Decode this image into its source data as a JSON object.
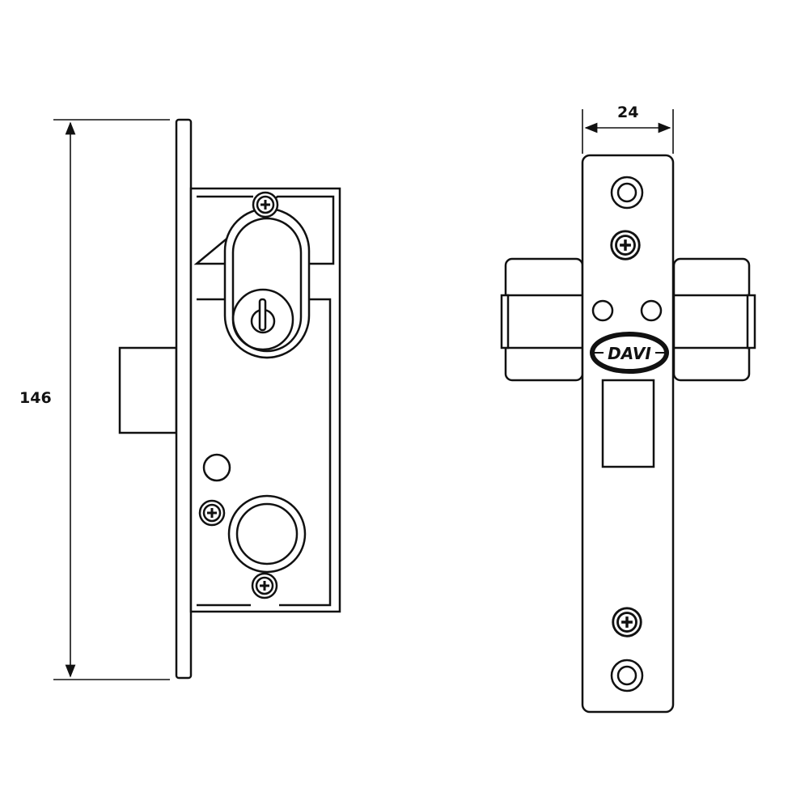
{
  "dimensions": {
    "height_label": "146",
    "width_label": "24"
  },
  "logo": {
    "text": "DAVI"
  },
  "colors": {
    "line": "#111111",
    "background": "#ffffff"
  }
}
